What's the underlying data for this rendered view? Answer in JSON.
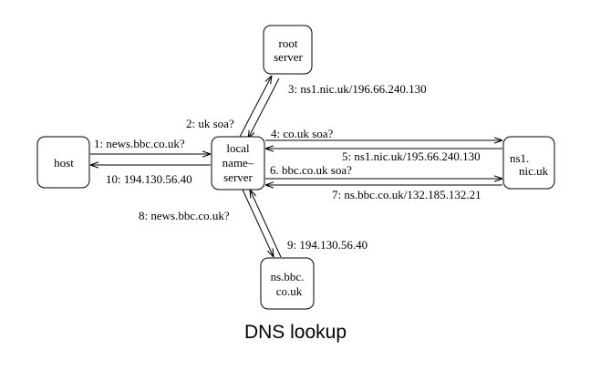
{
  "nodes": {
    "root": [
      "root",
      "server"
    ],
    "host": [
      "host"
    ],
    "local": [
      "local",
      "name–",
      "server"
    ],
    "ns1": [
      "ns1.",
      "nic.uk"
    ],
    "nsbbc": [
      "ns.bbc.",
      "co.uk"
    ]
  },
  "edges": {
    "e1": "1: news.bbc.co.uk?",
    "e2": "2: uk soa?",
    "e3": "3: ns1.nic.uk/196.66.240.130",
    "e4": "4: co.uk soa?",
    "e5": "5: ns1.nic.uk/195.66.240.130",
    "e6": "6. bbc.co.uk soa?",
    "e7": "7: ns.bbc.co.uk/132.185.132.21",
    "e8": "8: news.bbc.co.uk?",
    "e9": "9: 194.130.56.40",
    "e10": "10: 194.130.56.40"
  },
  "caption": "DNS lookup"
}
